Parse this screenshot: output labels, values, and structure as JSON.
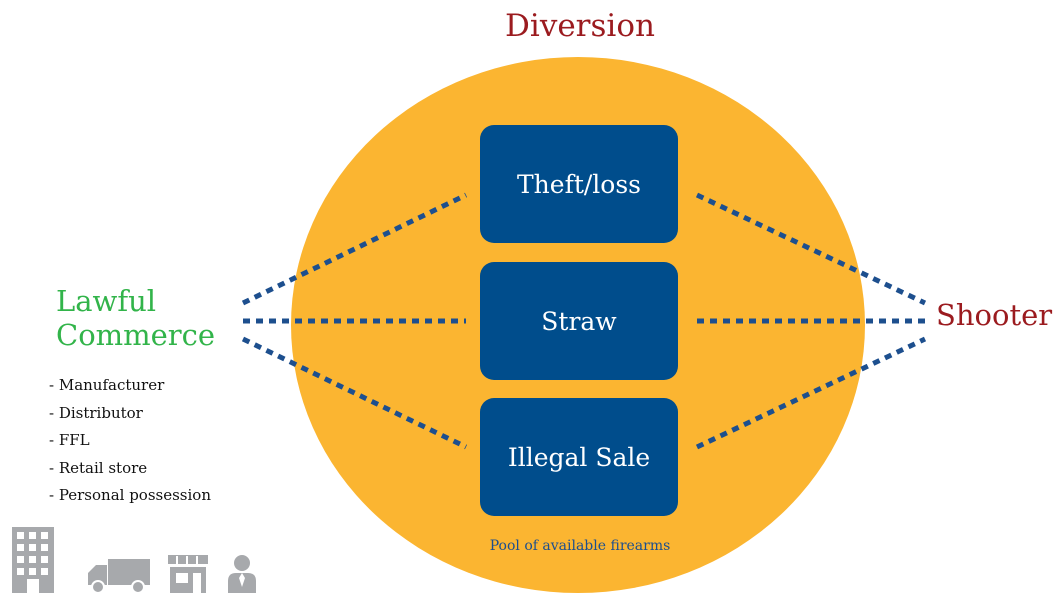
{
  "title": "Diversion",
  "left_label": "Lawful\nCommerce",
  "right_label": "Shooter",
  "boxes": [
    "Theft/loss",
    "Straw",
    "Illegal Sale"
  ],
  "sources": [
    "- Manufacturer",
    "- Distributor",
    "- FFL",
    "- Retail store",
    "- Personal possession"
  ],
  "pool_label": "Pool of available firearms",
  "icons": [
    "office-building-icon",
    "delivery-truck-icon",
    "storefront-icon",
    "person-icon"
  ],
  "colors": {
    "circle": "#fbb531",
    "box": "#004d8c",
    "dotted_line": "#1d4f8e",
    "title": "#9b1b1f",
    "lawful": "#32b44a",
    "icon": "#a7a9ac"
  }
}
